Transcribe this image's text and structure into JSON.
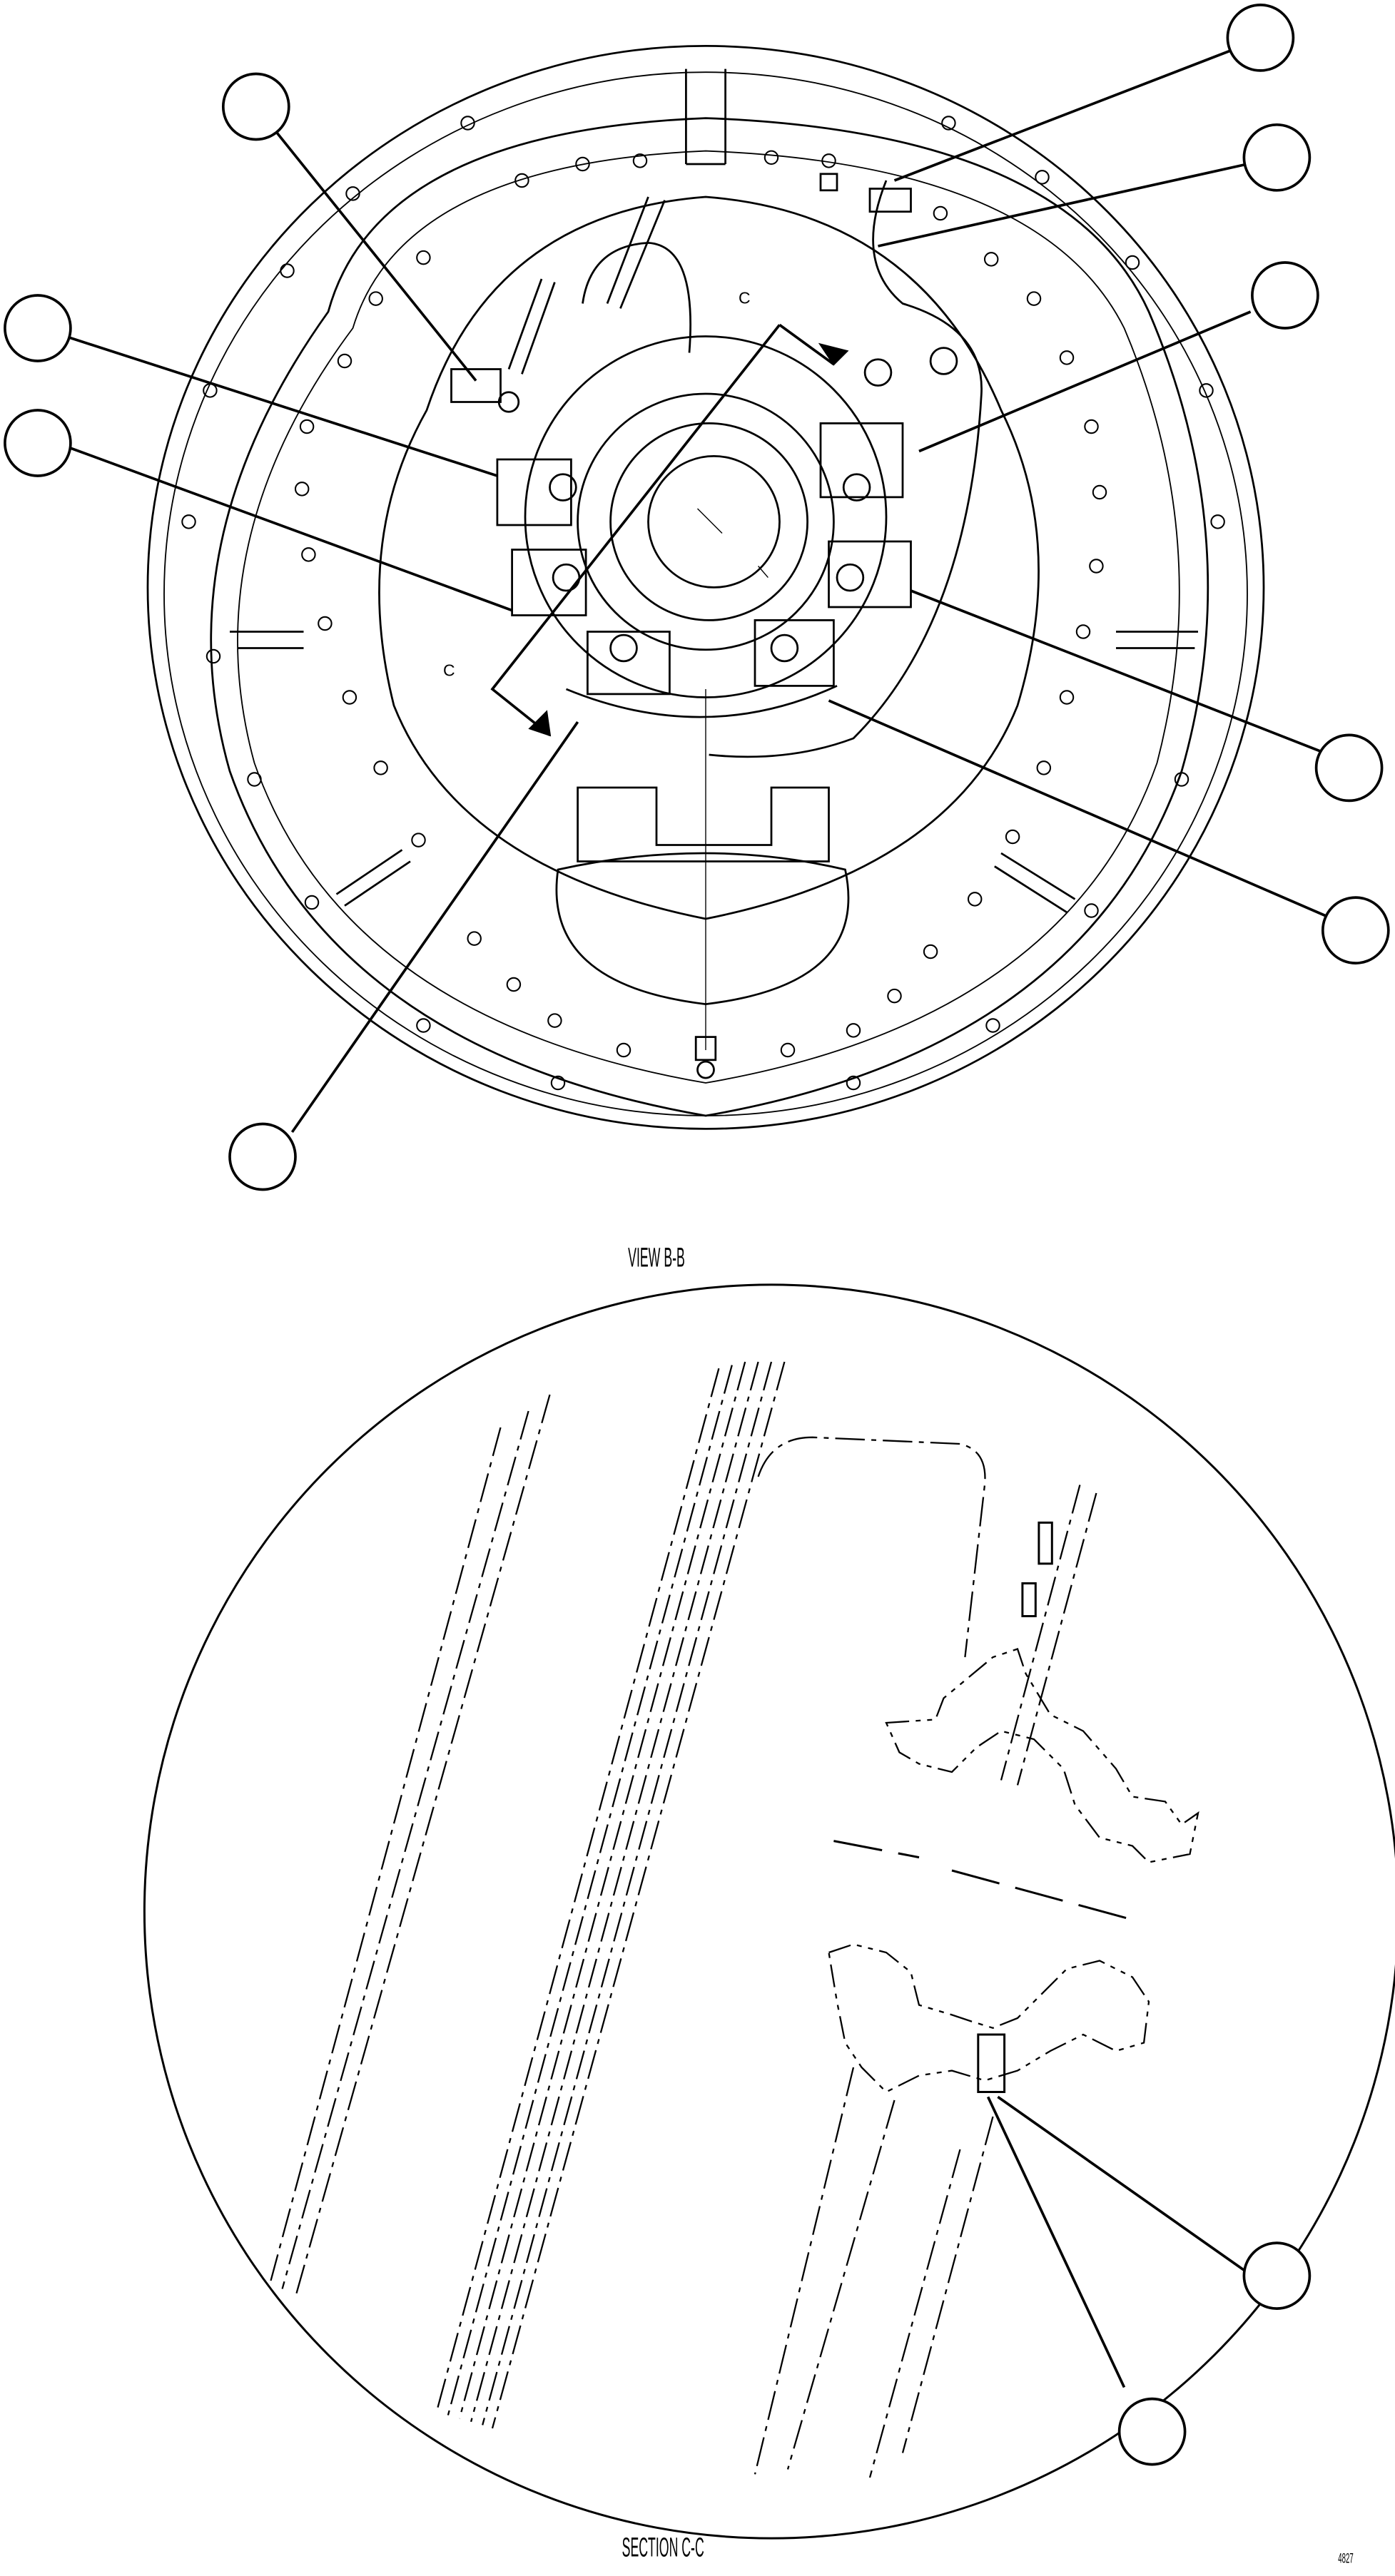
{
  "views": {
    "top_title": "VIEW B-B",
    "bottom_title": "SECTION C-C",
    "section_marker": "C",
    "figure_id": "4827"
  },
  "callouts_top": [
    "",
    "",
    "",
    "",
    "",
    "",
    "",
    "",
    "",
    ""
  ],
  "callouts_bottom": [
    "",
    ""
  ],
  "colors": {
    "line": "#000000",
    "background": "#ffffff"
  }
}
